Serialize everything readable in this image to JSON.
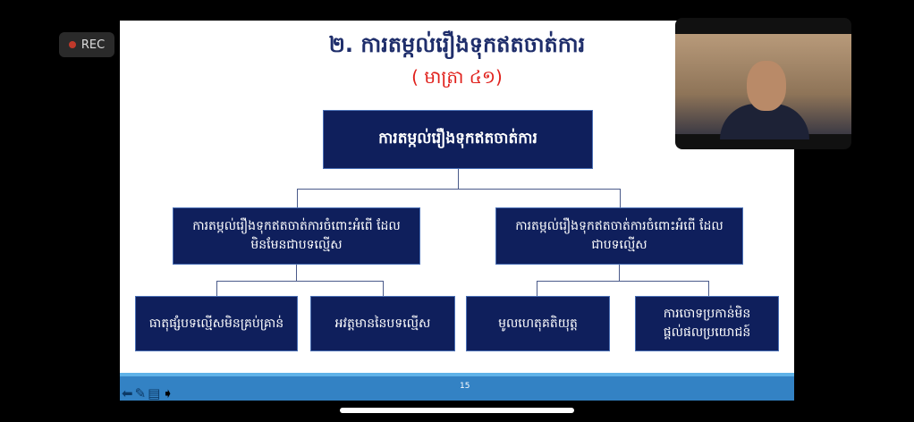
{
  "recording": {
    "label": "REC"
  },
  "slide": {
    "title": "២. ការតម្កល់រឿងទុកឥតចាត់ការ",
    "subtitle": "( មាត្រា ៤១)",
    "root": "ការតម្កល់រឿងទុកឥតចាត់ការ",
    "left_branch": "ការតម្កល់រឿងទុកឥតចាត់ការចំពោះអំពើ ដែលមិនមែនជាបទល្មើស",
    "right_branch": "ការតម្កល់រឿងទុកឥតចាត់ការចំពោះអំពើ ដែលជាបទល្មើស",
    "leaves": [
      "ធាតុផ្សំបទល្មើសមិនគ្រប់គ្រាន់",
      "អវត្តមាននៃបទល្មើស",
      "មូលហេតុគតិយុត្ត",
      "ការចោទប្រកាន់មិនផ្តល់ផលប្រយោជន៍"
    ]
  },
  "toolbar": {
    "page_number": "15",
    "icons": [
      "arrow-left-icon",
      "pen-icon",
      "notes-icon",
      "pointer-icon"
    ]
  }
}
